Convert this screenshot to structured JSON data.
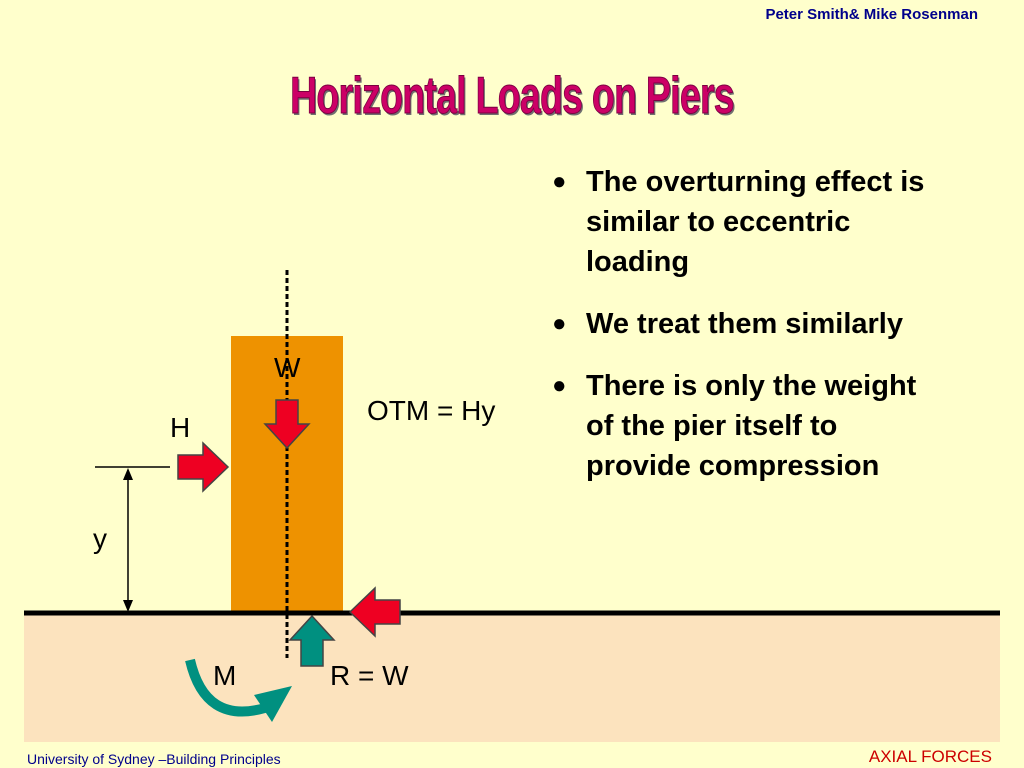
{
  "header": {
    "authors": "Peter Smith& Mike Rosenman"
  },
  "title": "Horizontal Loads on Piers",
  "bullets": [
    {
      "text": "The overturning effect is similar to eccentric loading"
    },
    {
      "text": "We treat them similarly"
    },
    {
      "text": "There is only the weight of the pier itself to provide compression"
    }
  ],
  "diagram": {
    "label_w": "W",
    "label_h": "H",
    "label_y": "y",
    "label_m": "M",
    "label_r": "R = W",
    "label_otm": "OTM = Hy"
  },
  "colors": {
    "background": "#FFFFCC",
    "ground": "#FCE3BE",
    "pier": "#EE9200",
    "load_arrow": "#EE0022",
    "reaction_arrow": "#009080",
    "title": "#CC0066"
  },
  "footer": {
    "left": "University of Sydney –Building Principles",
    "right": "AXIAL FORCES"
  }
}
